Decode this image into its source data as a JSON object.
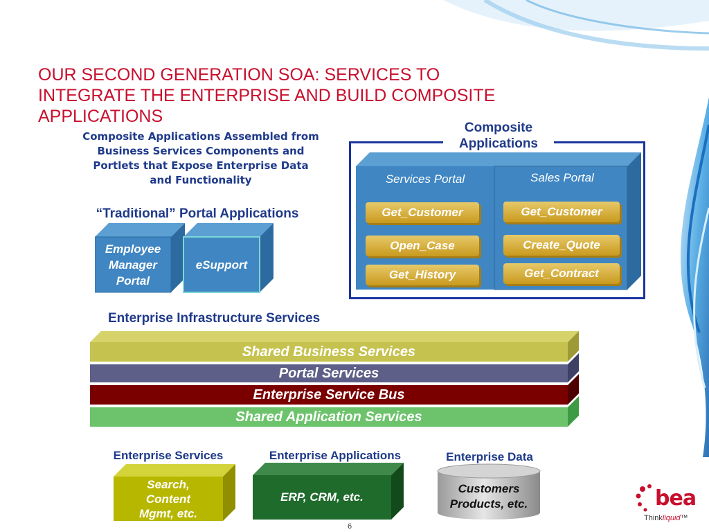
{
  "title_lines": [
    "OUR SECOND GENERATION SOA: SERVICES TO",
    "INTEGRATE THE ENTERPRISE AND BUILD COMPOSITE",
    "APPLICATIONS"
  ],
  "subtitle_lines": [
    "Composite Applications Assembled from",
    "Business Services Components and",
    "Portlets that Expose Enterprise Data",
    "and Functionality"
  ],
  "traditional": {
    "heading": "“Traditional” Portal Applications",
    "box1_lines": [
      "Employee",
      "Manager",
      "Portal"
    ],
    "box2_label": "eSupport"
  },
  "composite": {
    "heading_lines": [
      "Composite",
      "Applications"
    ],
    "services_portal": {
      "title": "Services Portal",
      "items": [
        "Get_Customer",
        "Open_Case",
        "Get_History"
      ]
    },
    "sales_portal": {
      "title": "Sales Portal",
      "items": [
        "Get_Customer",
        "Create_Quote",
        "Get_Contract"
      ]
    }
  },
  "infrastructure": {
    "heading": "Enterprise Infrastructure Services",
    "layers": [
      "Shared Business Services",
      "Portal Services",
      "Enterprise Service Bus",
      "Shared Application Services"
    ]
  },
  "enterprise": {
    "services": {
      "heading": "Enterprise Services",
      "label_lines": [
        "Search,",
        "Content",
        "Mgmt, etc."
      ]
    },
    "applications": {
      "heading": "Enterprise Applications",
      "label": "ERP, CRM, etc."
    },
    "data": {
      "heading": "Enterprise Data",
      "label_lines": [
        "Customers",
        "Products, etc."
      ]
    }
  },
  "page_number": "6",
  "logo": {
    "word": "bea",
    "tag_think": "Think",
    "tag_liquid": "liquid",
    "tag_tm": "™"
  },
  "colors": {
    "title_red": "#c8102e",
    "heading_blue": "#1f3a8a",
    "portal_blue": "#3f86c2",
    "pill_gold": "#d9b03c",
    "layer_olive": "#c5c24f",
    "layer_slate": "#5e5f88",
    "layer_maroon": "#7a0000",
    "layer_green": "#6cc36b",
    "services_olive": "#b7b700",
    "apps_green": "#1f6b2c"
  }
}
